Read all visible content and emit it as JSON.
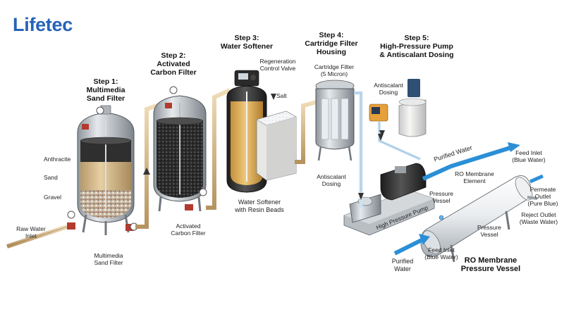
{
  "brand": {
    "name": "Lifetec",
    "color": "#2563b8"
  },
  "steps": [
    {
      "number": "Step 1:",
      "title_lines": [
        "Multimedia",
        "Sand Filter"
      ]
    },
    {
      "number": "Step 2:",
      "title_lines": [
        "Activated",
        "Carbon Filter"
      ]
    },
    {
      "number": "Step 3:",
      "title_lines": [
        "Water Softener"
      ]
    },
    {
      "number": "Step 4:",
      "title_lines": [
        "Cartridge Filter",
        "Housing"
      ]
    },
    {
      "number": "Step 5:",
      "title_lines": [
        "High-Pressure Pump",
        "& Antiscalant Dosing"
      ]
    }
  ],
  "sand_filter": {
    "layers": [
      "Anthracite",
      "Sand",
      "Gravel"
    ],
    "inlet_lines": [
      "Raw Water",
      "Inlet"
    ],
    "caption_lines": [
      "Multimedia",
      "Sand Filter"
    ]
  },
  "carbon_filter": {
    "caption_lines": [
      "Activated",
      "Carbon Filter"
    ]
  },
  "softener": {
    "valve_lines": [
      "Regeneration",
      "Control Valve"
    ],
    "salt": "Salt",
    "caption_lines": [
      "Water Softener",
      "with Resin Beads"
    ]
  },
  "cartridge": {
    "label_lines": [
      "Cartridge Filter",
      "(5 Micron)"
    ],
    "dosing_top_lines": [
      "Antiscalant",
      "Dosing"
    ],
    "dosing_bottom_lines": [
      "Antiscalant",
      "Dosing"
    ]
  },
  "pump": {
    "label": "High Pressure Pump"
  },
  "ro": {
    "purified_top": "Purified Water",
    "feed_inlet_top_lines": [
      "Feed Inlet",
      "(Blue Water)"
    ],
    "membrane_element_lines": [
      "RO Membrane",
      "Element"
    ],
    "permeate_lines": [
      "Permeate",
      "Outlet",
      "(Pure Blue)"
    ],
    "reject_lines": [
      "Reject Outlet",
      "(Waste Water)"
    ],
    "pressure_vessel_left_lines": [
      "Pressure",
      "Vessel"
    ],
    "pressure_vessel_right_lines": [
      "Pressure",
      "Vessel"
    ],
    "feed_inlet_bottom_lines": [
      "Feed Inlet",
      "(Blue Water)"
    ],
    "purified_bottom_lines": [
      "Purified",
      "Water"
    ],
    "title_lines": [
      "RO Membrane",
      "Pressure Vessel"
    ]
  },
  "colors": {
    "pipe": "#d9b98a",
    "blue_pipe": "#2b8fd6",
    "steel": "#c7ccd1",
    "resin": "#e0b86a",
    "carbon": "#2a2a2a"
  }
}
